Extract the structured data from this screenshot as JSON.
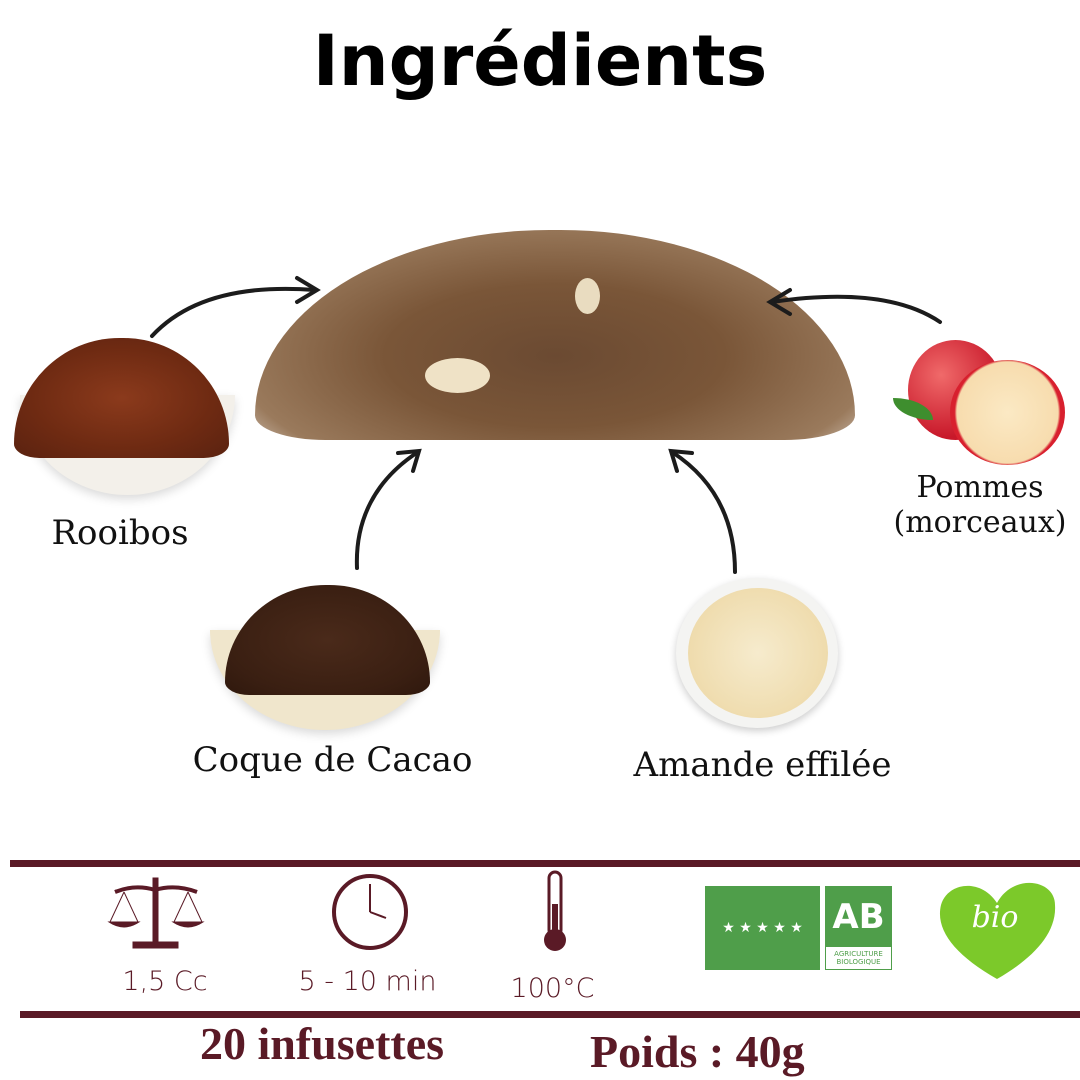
{
  "title": "Ingrédients",
  "ingredients": [
    {
      "label": "Rooibos"
    },
    {
      "label": "Coque de Cacao"
    },
    {
      "label": "Amande effilée"
    },
    {
      "label": "Pommes",
      "label2": "(morceaux)"
    }
  ],
  "info": {
    "dose": "1,5 Cc",
    "time": "5 - 10 min",
    "temperature": "100°C"
  },
  "logos": {
    "ab_text1": "AGRICULTURE",
    "ab_text2": "BIOLOGIQUE",
    "ab_letters": "AB",
    "bio": "bio"
  },
  "footer": {
    "count": "20 infusettes",
    "weight": "Poids : 40g"
  },
  "colors": {
    "accent": "#5a1a26",
    "green": "#4f9e4a",
    "lime": "#7cc92a"
  }
}
